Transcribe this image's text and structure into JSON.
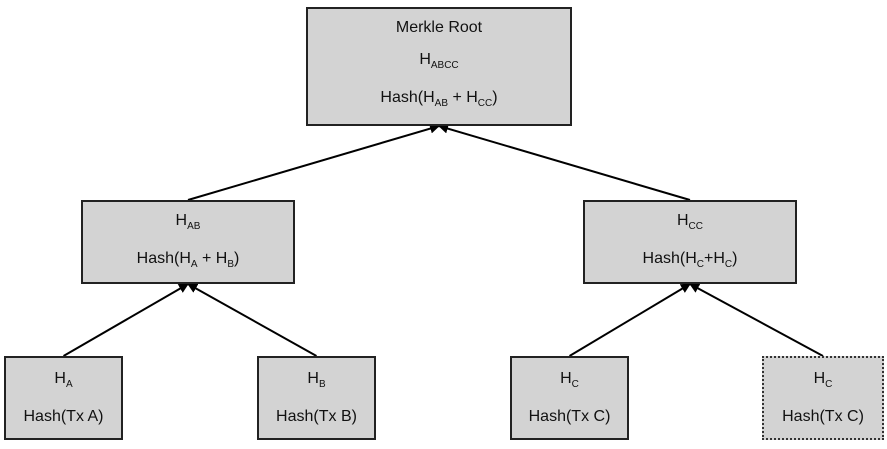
{
  "nodes": {
    "root": {
      "title": "Merkle Root",
      "hash_base": "H",
      "hash_sub": "ABCC",
      "formula": {
        "pre": "Hash(",
        "a": "H",
        "a_sub": "AB",
        "op": " + ",
        "b": "H",
        "b_sub": "CC",
        "post": ")"
      }
    },
    "ab": {
      "hash_base": "H",
      "hash_sub": "AB",
      "formula": {
        "pre": "Hash(",
        "a": "H",
        "a_sub": "A",
        "op": " + ",
        "b": "H",
        "b_sub": "B",
        "post": ")"
      }
    },
    "cc": {
      "hash_base": "H",
      "hash_sub": "CC",
      "formula": {
        "pre": "Hash(",
        "a": "H",
        "a_sub": "C",
        "op": "+",
        "b": "H",
        "b_sub": "C",
        "post": ")"
      }
    },
    "a": {
      "hash_base": "H",
      "hash_sub": "A",
      "formula": "Hash(Tx A)"
    },
    "b": {
      "hash_base": "H",
      "hash_sub": "B",
      "formula": "Hash(Tx B)"
    },
    "c": {
      "hash_base": "H",
      "hash_sub": "C",
      "formula": "Hash(Tx C)"
    },
    "c_dup": {
      "hash_base": "H",
      "hash_sub": "C",
      "formula": "Hash(Tx C)"
    }
  },
  "edges": [
    {
      "from": "ab",
      "to": "root"
    },
    {
      "from": "cc",
      "to": "root"
    },
    {
      "from": "a",
      "to": "ab"
    },
    {
      "from": "b",
      "to": "ab"
    },
    {
      "from": "c",
      "to": "cc"
    },
    {
      "from": "c_dup",
      "to": "cc"
    }
  ],
  "colors": {
    "node_fill": "#d3d3d3",
    "node_border": "#222222",
    "edge": "#000000"
  }
}
